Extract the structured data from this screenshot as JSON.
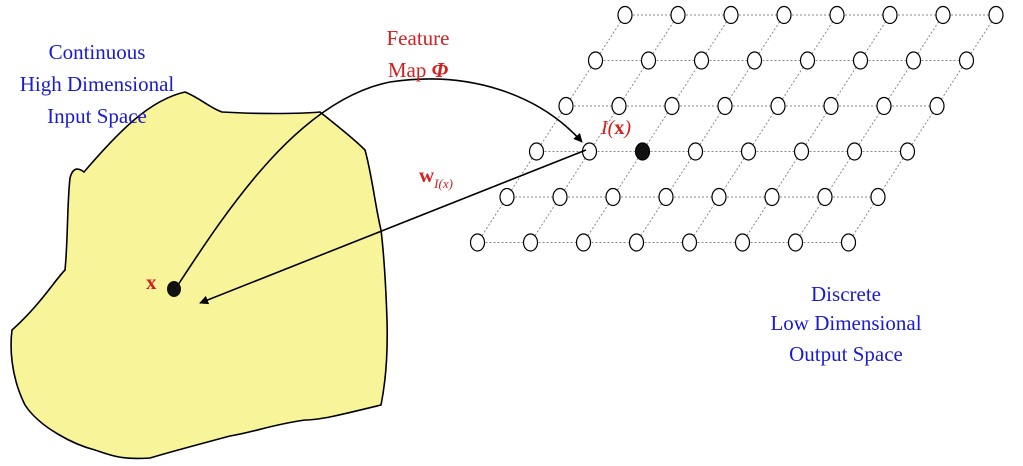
{
  "input_space": {
    "line1": "Continuous",
    "line2": "High Dimensional",
    "line3": "Input Space"
  },
  "output_space": {
    "line1": "Discrete",
    "line2": "Low Dimensional",
    "line3": "Output Space"
  },
  "feature_map": {
    "line1": "Feature",
    "line2_text": "Map ",
    "symbol": "Φ"
  },
  "labels": {
    "x_point": "x",
    "winner_func": "I(",
    "winner_arg": "x",
    "winner_close": ")",
    "weight_main": "w",
    "weight_sub": "I(x)"
  },
  "grid": {
    "rows": 6,
    "cols": 8,
    "winner_row": 3,
    "winner_col": 2
  },
  "colors": {
    "blue_text": "#1a1ad6",
    "red_text": "#d42020",
    "region_fill": "#f8f49a",
    "grid_line": "#8a8a8a"
  }
}
